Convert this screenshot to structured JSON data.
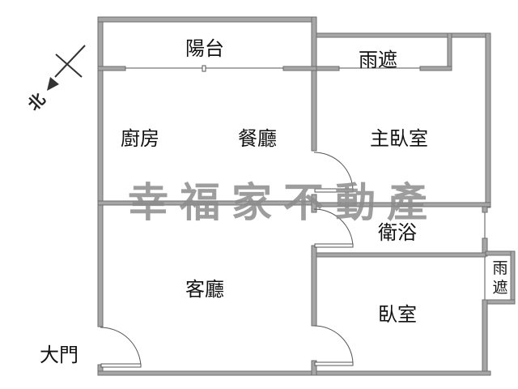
{
  "floor_plan": {
    "compass": {
      "label": "北",
      "direction": "southwest-arrow"
    },
    "rooms": {
      "balcony": "陽台",
      "canopy_top": "雨遮",
      "kitchen": "廚房",
      "dining": "餐廳",
      "master_bedroom": "主臥室",
      "bathroom": "衛浴",
      "living_room": "客廳",
      "bedroom": "臥室",
      "canopy_side_1": "雨",
      "canopy_side_2": "遮",
      "main_door": "大門"
    },
    "watermark": "幸福家不動產",
    "colors": {
      "wall_fill": "#a6a6a6",
      "wall_stroke": "#6e6e6e",
      "text": "#111111",
      "watermark": "#8c8c8c"
    }
  }
}
